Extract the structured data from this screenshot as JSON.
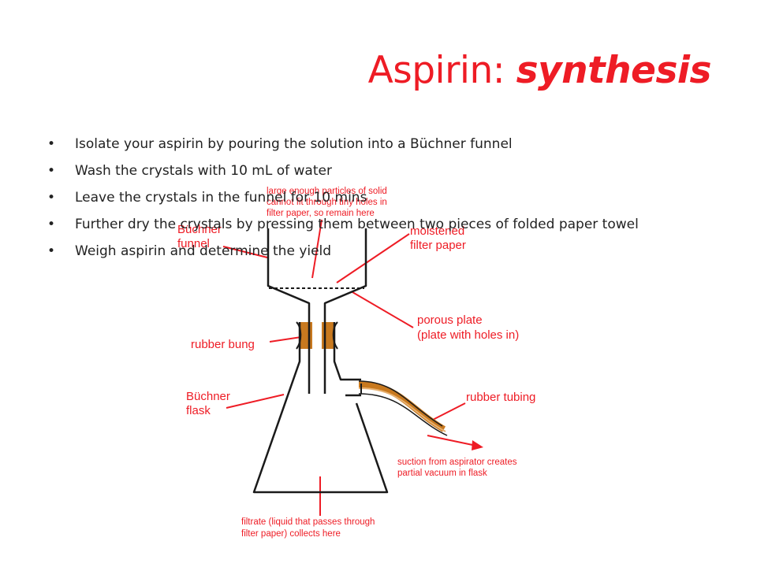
{
  "slide": {
    "title_plain": "Aspirin: ",
    "title_emph": "synthesis",
    "bullets": [
      "Isolate your aspirin by pouring the solution into a Büchner funnel",
      "Wash the crystals with 10 mL of water",
      "Leave the crystals in the funnel for 10 mins",
      "Further dry the crystals by pressing them between two pieces of folded paper towel",
      "Weigh aspirin and determine the yield"
    ]
  },
  "diagram": {
    "labels": {
      "particles": [
        "large enough particles of solid",
        "cannot fit through tiny holes in",
        "filter paper, so remain here"
      ],
      "funnel": [
        "Büchner",
        "funnel"
      ],
      "filter": [
        "moistened",
        "filter paper"
      ],
      "plate": [
        "porous plate",
        "(plate with holes in)"
      ],
      "bung": [
        "rubber bung"
      ],
      "flask": [
        "Büchner",
        "flask"
      ],
      "tubing": [
        "rubber tubing"
      ],
      "suction": [
        "suction from aspirator creates",
        "partial vacuum in flask"
      ],
      "filtrate": [
        "filtrate (liquid that passes through",
        "filter paper) collects here"
      ]
    }
  },
  "colors": {
    "accent": "#ee1c25",
    "rubber": "#c8791f",
    "text": "#222222"
  }
}
